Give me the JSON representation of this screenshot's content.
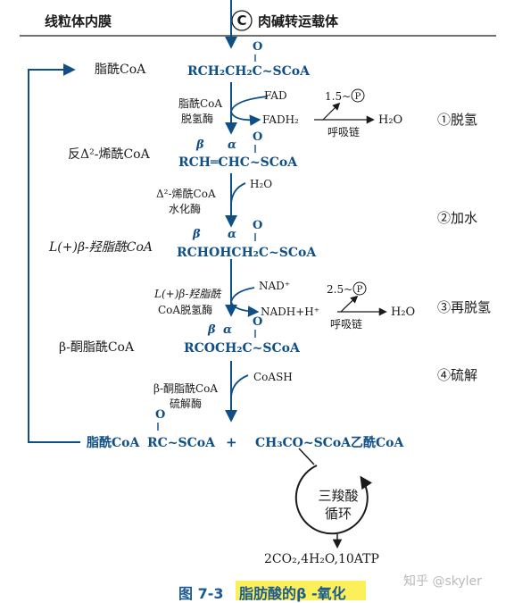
{
  "header": {
    "left_label": "线粒体内膜",
    "circle_letter": "C",
    "right_label": "肉碱转运载体"
  },
  "molecules": {
    "acyl_coa_top_label": "脂酰CoA",
    "acyl_coa_top_o": "O",
    "acyl_coa_top_formula": "RCH₂CH₂C~SCoA",
    "enoyl_label": "反Δ²-烯酰CoA",
    "enoyl_beta": "β",
    "enoyl_alpha": "α",
    "enoyl_o": "O",
    "enoyl_formula": "RCH═CHC~SCoA",
    "hydroxyacyl_label": "L(+)β-羟脂酰CoA",
    "hydroxyacyl_beta": "β",
    "hydroxyacyl_alpha": "α",
    "hydroxyacyl_o": "O",
    "hydroxyacyl_formula": "RCHOHCH₂C~SCoA",
    "ketoacyl_label": "β-酮脂酰CoA",
    "ketoacyl_beta": "β",
    "ketoacyl_alpha": "α",
    "ketoacyl_o": "O",
    "ketoacyl_formula": "RCOCH₂C~SCoA",
    "product_acyl_label": "脂酰CoA",
    "product_o": "O",
    "product_formula": "RC~SCoA",
    "plus": "+",
    "acetyl_formula": "CH₃CO~SCoA乙酰CoA"
  },
  "enzymes": {
    "step1_line1": "脂酰CoA",
    "step1_line2": "脱氢酶",
    "step2_line1": "Δ²-烯酰CoA",
    "step2_line2": "水化酶",
    "step3_line1": "L(+)β-羟脂酰",
    "step3_line2": "CoA脱氢酶",
    "step4_line1": "β-酮脂酰CoA",
    "step4_line2": "硫解酶"
  },
  "cofactors": {
    "fad": "FAD",
    "fadh2": "FADH₂",
    "atp1": "1.5~",
    "p_symbol": "P",
    "resp_chain1": "呼吸链",
    "h2o_out1": "H₂O",
    "h2o_in": "H₂O",
    "nad": "NAD⁺",
    "nadh": "NADH+H⁺",
    "atp2": "2.5~",
    "resp_chain2": "呼吸链",
    "h2o_out2": "H₂O",
    "coash": "CoASH"
  },
  "steps": {
    "s1": "①脱氢",
    "s2": "②加水",
    "s3": "③再脱氢",
    "s4": "④硫解"
  },
  "tca": {
    "line1": "三羧酸",
    "line2": "循环",
    "products": "2CO₂,4H₂O,10ATP"
  },
  "caption": {
    "figure": "图 7-3",
    "title": "脂肪酸的β -氧化"
  },
  "watermark": "知乎 @skyler",
  "colors": {
    "flow_blue": "#0f4f86",
    "text_black": "#1a1a1a",
    "caption_blue": "#1b5a92",
    "caption_highlight": "#fbf05a"
  }
}
